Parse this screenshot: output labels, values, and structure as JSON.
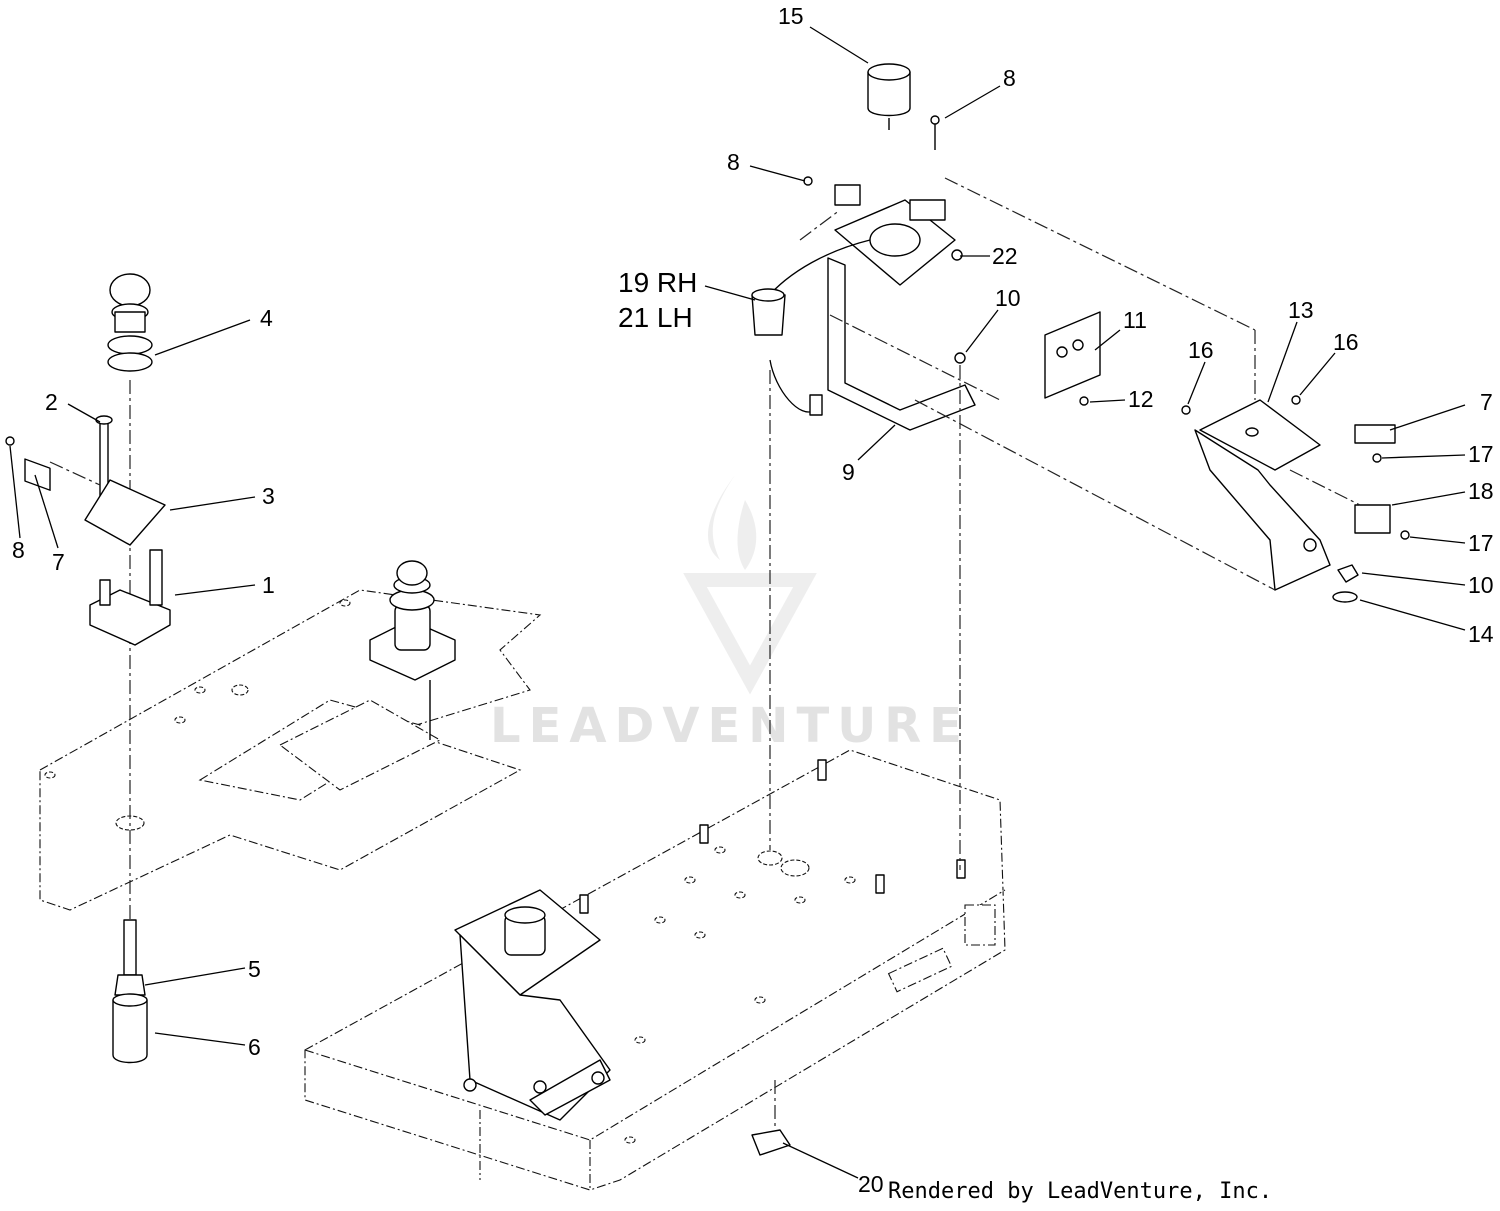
{
  "watermark": {
    "text": "LEADVENTURE"
  },
  "credit": {
    "text": "Rendered by LeadVenture, Inc."
  },
  "callouts": {
    "c1": "1",
    "c2": "2",
    "c3": "3",
    "c4": "4",
    "c5": "5",
    "c6": "6",
    "c7_left": "7",
    "c8_left": "8",
    "c7_right": "7",
    "c8_top": "8",
    "c8_mid": "8",
    "c9": "9",
    "c10_mid": "10",
    "c10_right": "10",
    "c11": "11",
    "c12": "12",
    "c13": "13",
    "c14": "14",
    "c15": "15",
    "c16_left": "16",
    "c16_right": "16",
    "c17_top": "17",
    "c17_bottom": "17",
    "c18": "18",
    "c19": "19 RH",
    "c21": "21 LH",
    "c20": "20",
    "c22": "22"
  }
}
